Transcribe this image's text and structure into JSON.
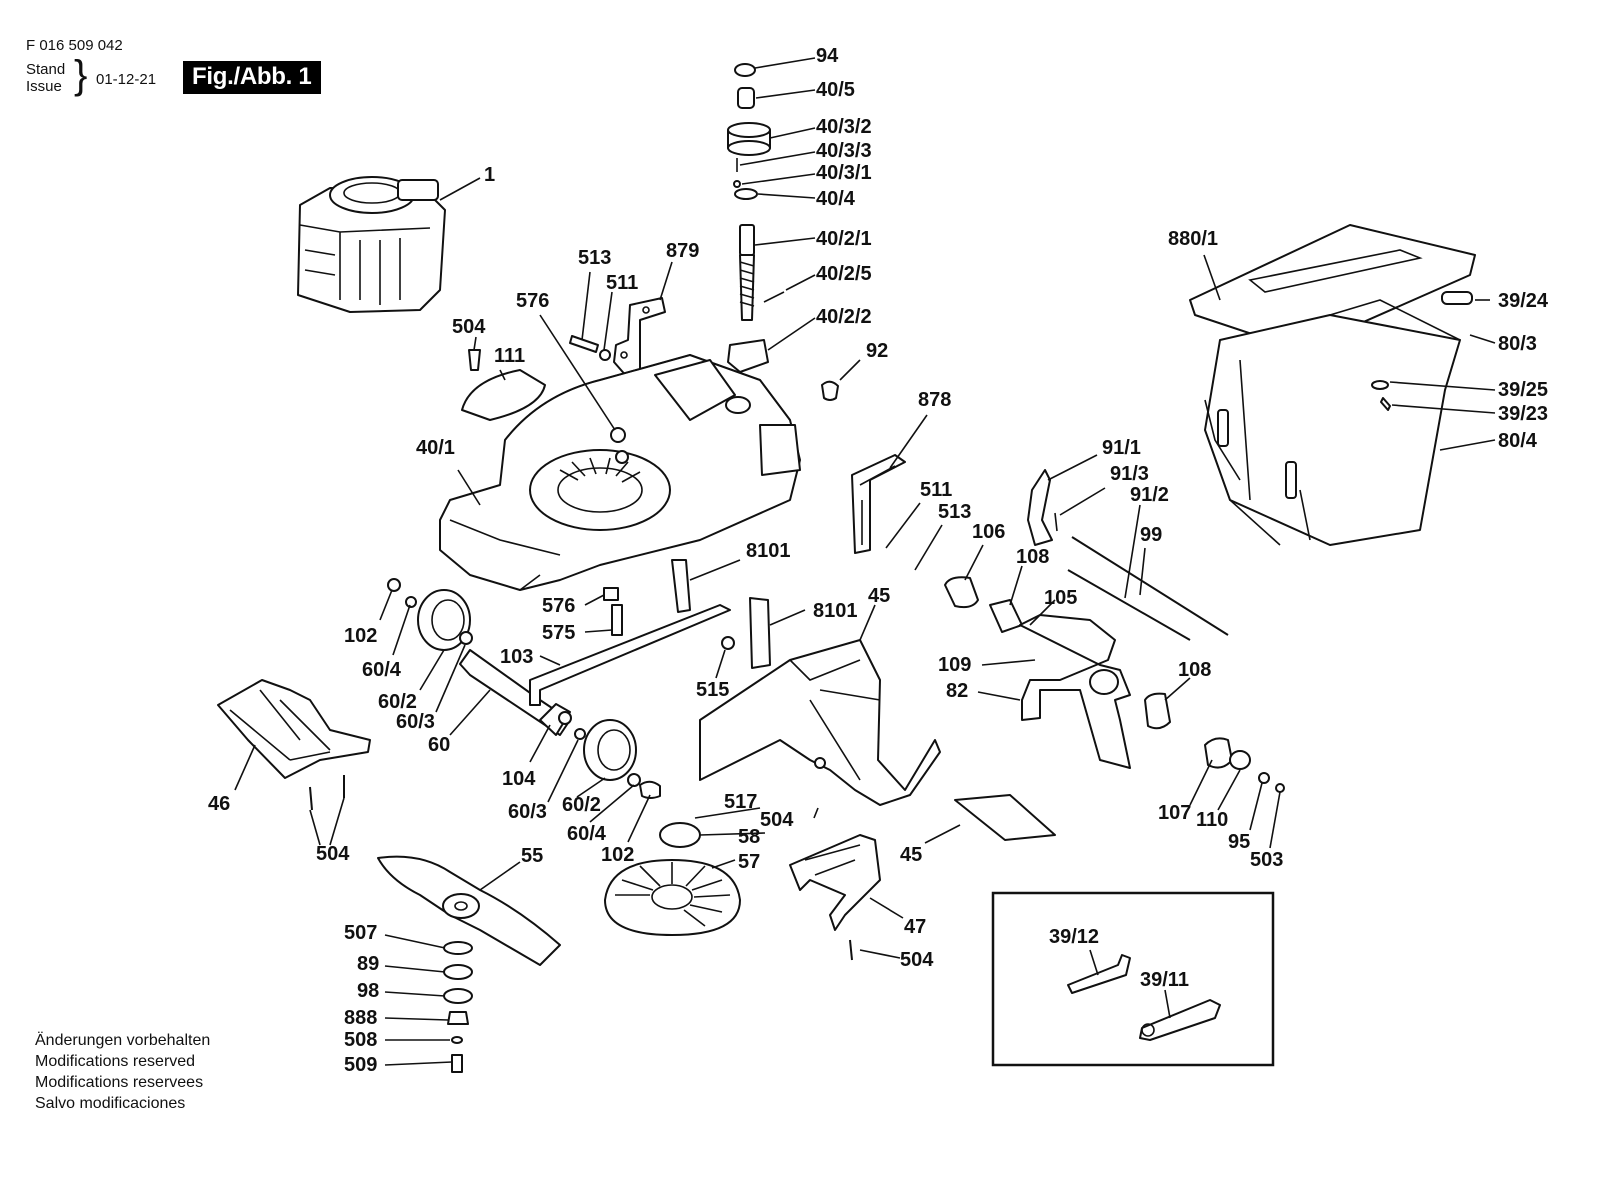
{
  "header": {
    "document_number": "F 016 509 042",
    "stand_label": "Stand",
    "issue_label": "Issue",
    "date": "01-12-21",
    "figure_label": "Fig./Abb. 1"
  },
  "notes": [
    "Änderungen vorbehalten",
    "Modifications reserved",
    "Modifications reservees",
    "Salvo modificaciones"
  ],
  "diagram": {
    "type": "exploded-parts-diagram",
    "callouts": [
      "94",
      "40/5",
      "40/3/2",
      "40/3/3",
      "40/3/1",
      "40/4",
      "40/2/1",
      "40/2/5",
      "40/2/2",
      "92",
      "1",
      "513",
      "879",
      "511",
      "576",
      "504",
      "111",
      "40/1",
      "878",
      "880/1",
      "39/24",
      "80/3",
      "39/25",
      "39/23",
      "80/4",
      "91/1",
      "91/3",
      "91/2",
      "99",
      "511",
      "513",
      "106",
      "108",
      "8101",
      "576",
      "575",
      "102",
      "60/4",
      "60/2",
      "60/3",
      "60",
      "103",
      "8101",
      "45",
      "105",
      "515",
      "109",
      "82",
      "108",
      "46",
      "104",
      "60/3",
      "60/2",
      "60/4",
      "102",
      "504",
      "517",
      "504",
      "58",
      "57",
      "55",
      "45",
      "47",
      "504",
      "107",
      "110",
      "95",
      "503",
      "507",
      "89",
      "98",
      "888",
      "508",
      "509",
      "39/12",
      "39/11"
    ]
  }
}
